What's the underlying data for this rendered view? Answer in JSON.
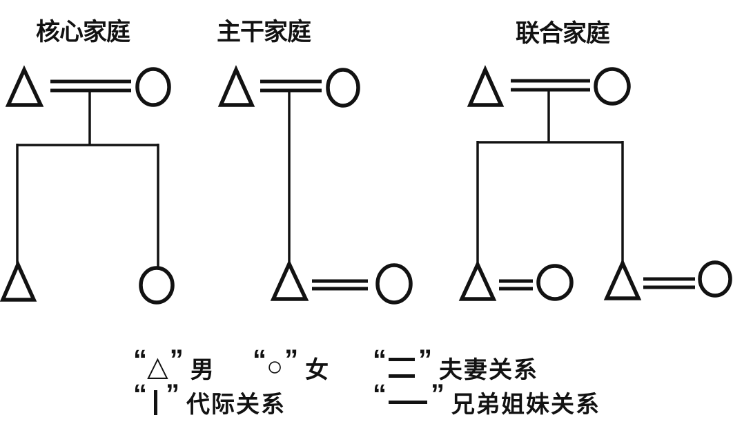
{
  "colors": {
    "ink": "#121212",
    "background": "#ffffff"
  },
  "diagrams": [
    {
      "title": "核心家庭",
      "structure": {
        "parents": "△＝○",
        "children": [
          "△",
          "○"
        ]
      }
    },
    {
      "title": "主干家庭",
      "structure": {
        "parents": "△＝○",
        "children": [
          "△＝○"
        ]
      }
    },
    {
      "title": "联合家庭",
      "structure": {
        "parents": "△＝○",
        "children": [
          "△＝○",
          "△＝○"
        ]
      }
    }
  ],
  "legend": {
    "quote_open": "“",
    "quote_close": "”",
    "rows": [
      {
        "items": [
          {
            "symbol": "triangle",
            "glyph": "△",
            "label": "男"
          },
          {
            "symbol": "circle",
            "glyph": "○",
            "label": "女"
          },
          {
            "symbol": "double-line",
            "label": "夫妻关系"
          }
        ]
      },
      {
        "items": [
          {
            "symbol": "vertical-line",
            "label": "代际关系"
          },
          {
            "symbol": "horizontal-line",
            "label": "兄弟姐妹关系"
          }
        ]
      }
    ]
  }
}
